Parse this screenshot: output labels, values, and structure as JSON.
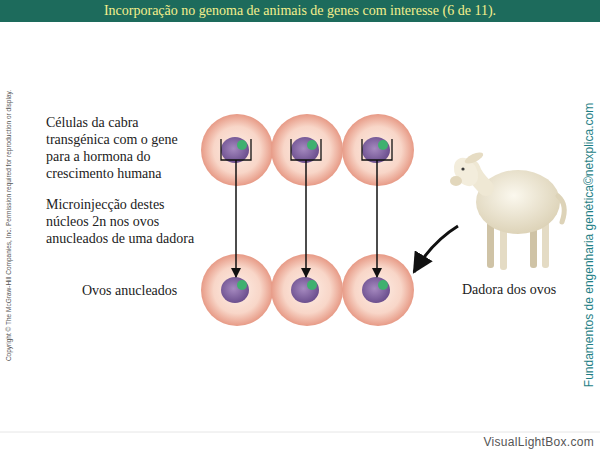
{
  "diagram": {
    "title": "Incorporação no genoma de animais de genes com interesse (6 de 11).",
    "labels": [
      "Células da cabra transgénica com o gene para a hormona do crescimento humana",
      "Microinjecção destes núcleos 2n nos ovos anucleados de uma dadora",
      "Ovos anucleados",
      "Dadora dos ovos",
      "Copyright © The McGraw-Hill Companies, Inc. Permission required for reproduction or display.",
      "Fundamentos de engenharia genética©netxplica.com",
      "VisualLightBox.com"
    ]
  }
}
